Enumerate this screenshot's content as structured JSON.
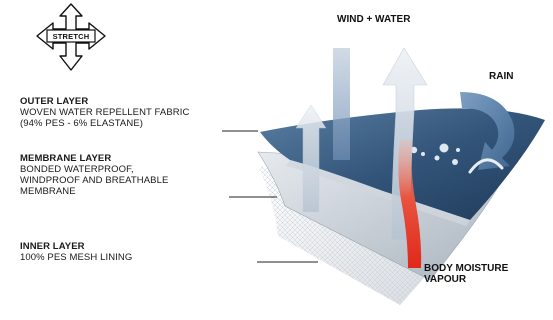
{
  "stretch_badge": {
    "text": "STRETCH"
  },
  "outer_layer": {
    "title": "OUTER LAYER",
    "line1": "WOVEN WATER REPELLENT FABRIC",
    "line2": "(94% PES - 6% ELASTANE)"
  },
  "membrane_layer": {
    "title": "MEMBRANE LAYER",
    "line1": "BONDED WATERPROOF,",
    "line2": "WINDPROOF AND BREATHABLE",
    "line3": "MEMBRANE"
  },
  "inner_layer": {
    "title": "INNER LAYER",
    "line1": "100% PES MESH LINING"
  },
  "arrows": {
    "wind_water": "WIND + WATER",
    "rain": "RAIN",
    "vapour_line1": "BODY MOISTURE",
    "vapour_line2": "VAPOUR"
  },
  "colors": {
    "outer_fabric": "#3a5b7d",
    "membrane": "#b9c2cc",
    "mesh": "#dfe3e8",
    "vapour_arrow": "#d8261b",
    "blue_arrow": "#5f83ad"
  }
}
